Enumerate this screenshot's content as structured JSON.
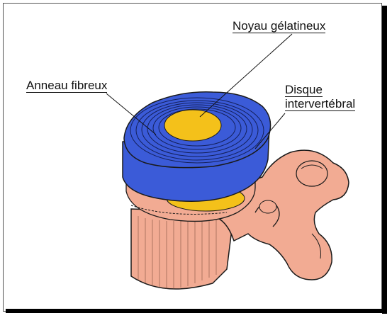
{
  "labels": {
    "noyau": "Noyau gélatineux",
    "anneau": "Anneau fibreux",
    "disque_line1": "Disque",
    "disque_line2": "intervertébral"
  },
  "colors": {
    "disc_blue": "#3b5bd8",
    "nucleus_yellow": "#f4c11a",
    "bone_pink": "#f2ab93",
    "outline": "#1a1a1a"
  }
}
